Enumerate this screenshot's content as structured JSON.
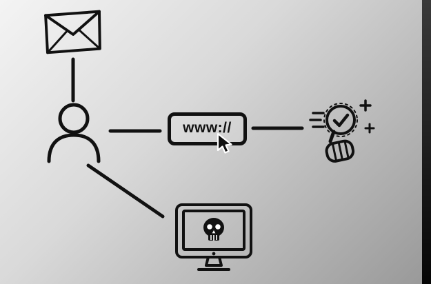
{
  "meta": {
    "description": "Hand-drawn style diagram: email leads user to a www:// link which is either verified or leads to a malware-infected computer"
  },
  "colors": {
    "ink": "#111111",
    "background_gradient_start": "#f4f4f4",
    "background_gradient_end": "#989898",
    "edge_strip_top": "#3a3a3a",
    "edge_strip_bottom": "#050505"
  },
  "nodes": {
    "email": {
      "icon": "email-envelope-icon"
    },
    "user": {
      "icon": "person-icon"
    },
    "url_button": {
      "label": "www://",
      "icon": "cursor-pointer-icon"
    },
    "verification": {
      "icon": "verified-search-hand-icon"
    },
    "malware": {
      "icon": "skull-monitor-icon"
    }
  },
  "connectors": [
    {
      "from": "email",
      "to": "user"
    },
    {
      "from": "user",
      "to": "url_button"
    },
    {
      "from": "url_button",
      "to": "verification"
    },
    {
      "from": "user",
      "to": "malware"
    }
  ]
}
